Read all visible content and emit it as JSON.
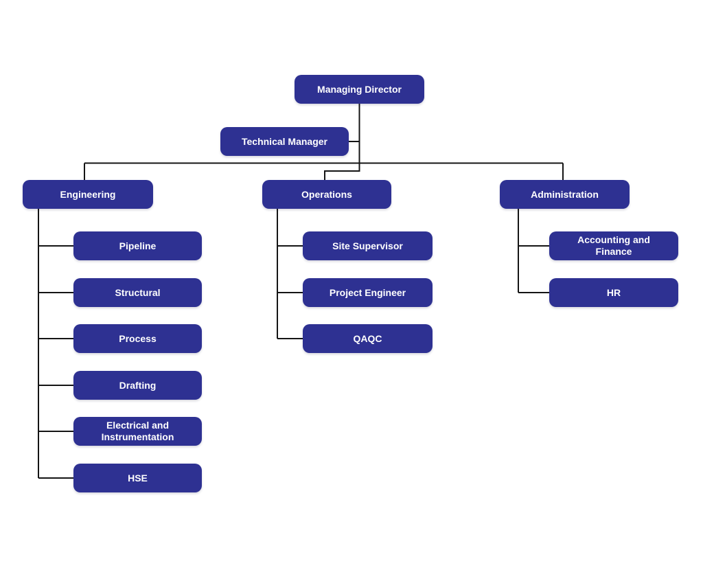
{
  "org_chart": {
    "type": "organizational-chart",
    "root": {
      "label": "Managing Director"
    },
    "staff": {
      "label": "Technical Manager"
    },
    "branches": [
      {
        "label": "Engineering",
        "children": [
          {
            "label": "Pipeline"
          },
          {
            "label": "Structural"
          },
          {
            "label": "Process"
          },
          {
            "label": "Drafting"
          },
          {
            "label": "Electrical and Instrumentation"
          },
          {
            "label": "HSE"
          }
        ]
      },
      {
        "label": "Operations",
        "children": [
          {
            "label": "Site Supervisor"
          },
          {
            "label": "Project Engineer"
          },
          {
            "label": "QAQC"
          }
        ]
      },
      {
        "label": "Administration",
        "children": [
          {
            "label": "Accounting and Finance"
          },
          {
            "label": "HR"
          }
        ]
      }
    ],
    "colors": {
      "node_fill": "#2e3192",
      "node_text": "#ffffff",
      "connector": "#141414",
      "background": "#ffffff"
    }
  }
}
